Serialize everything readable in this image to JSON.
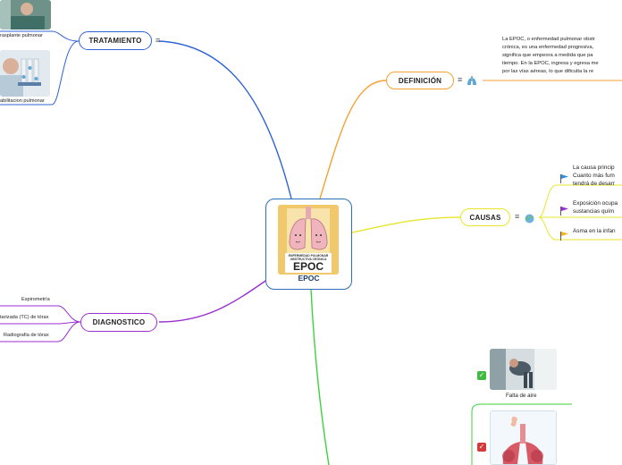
{
  "central": {
    "title": "EPOC",
    "image_caption_1": "ENFERMEDAD PULMONAR",
    "image_caption_2": "OBSTRUCTIVA CRÓNICA",
    "image_big": "EPOC"
  },
  "tratamiento": {
    "label": "TRATAMIENTO",
    "items": [
      {
        "label": "rasplante pulmonar"
      },
      {
        "label": "abilitacion pulmonar"
      }
    ]
  },
  "definicion": {
    "label": "DEFINICIÓN",
    "lines": [
      "La EPOC, o enfermedad pulmonar obstr",
      "crónica, es una enfermedad progresiva,",
      "significa que empeora a medida que pa",
      "tiempo. En la EPOC, ingresa y egresa me",
      "por las vías aéreas, lo que dificulta la re"
    ]
  },
  "causas": {
    "label": "CAUSAS",
    "items": [
      {
        "lines": [
          "La causa princip",
          "Cuanto más fum",
          "tendrá de desarr"
        ],
        "flag_color": "#2f8fe0"
      },
      {
        "lines": [
          "Exposición ocupa",
          "sustancias quím"
        ],
        "flag_color": "#9b2fd6"
      },
      {
        "lines": [
          "Asma en la infan"
        ],
        "flag_color": "#f2b51b"
      }
    ]
  },
  "diagnostico": {
    "label": "DIAGNOSTICO",
    "items": [
      {
        "label": "Espirometría"
      },
      {
        "label": "tarizada (TC) de tórax"
      },
      {
        "label": "Radiografía de tórax"
      }
    ]
  },
  "sintomas": {
    "items": [
      {
        "label": "Falta de aire",
        "check_color": "#3fb93f"
      },
      {
        "label": "",
        "check_color": "#d43a3a"
      }
    ]
  },
  "icons": {
    "menu": "≡",
    "check": "✓"
  },
  "colors": {
    "tratamiento": "#2f63d6",
    "definicion": "#f4a234",
    "causas": "#e7e62a",
    "diagnostico": "#9a2fd0",
    "sintomas": "#3ed33e"
  }
}
